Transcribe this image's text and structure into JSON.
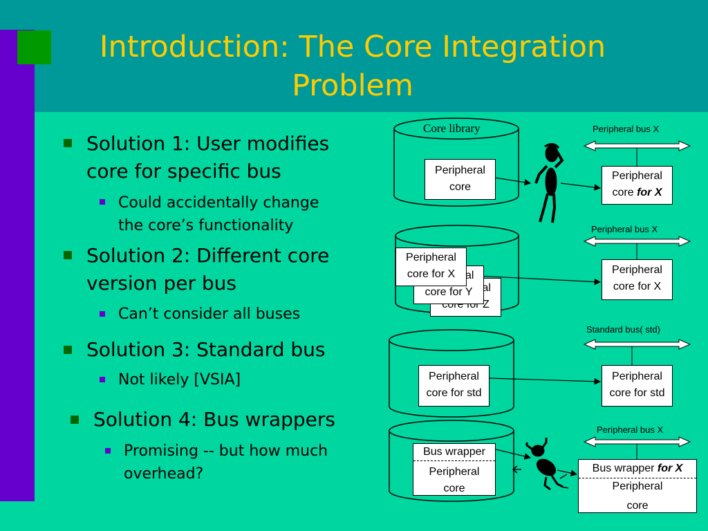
{
  "slide": {
    "title_line1": "Introduction: The Core Integration",
    "title_line2": "Problem"
  },
  "bullets": [
    {
      "line1": "Solution 1: User modifies",
      "line2": "core for specific bus",
      "sub": {
        "line1": "Could accidentally change",
        "line2": "the core’s functionality"
      }
    },
    {
      "line1": "Solution 2: Different core",
      "line2": "version per bus",
      "sub": {
        "line1": "Can’t consider all buses"
      }
    },
    {
      "line1": "Solution 3: Standard bus",
      "sub": {
        "line1": "Not likely [VSIA]"
      }
    },
    {
      "line1": "Solution 4: Bus wrappers",
      "sub": {
        "line1": "Promising -- but how much",
        "line2": "overhead?"
      }
    }
  ],
  "diagram": {
    "core_library": "Core library",
    "row1": {
      "lib_core_l1": "Peripheral",
      "lib_core_l2": "core",
      "bus_label": "Peripheral bus X",
      "target_l1": "Peripheral",
      "target_l2a": "core ",
      "target_l2b": "for X"
    },
    "row2": {
      "stack_z_l1": "Peripheral",
      "stack_z_l2": "core for Z",
      "stack_y_l1": "Peripheral",
      "stack_y_l2": "core for Y",
      "stack_x_l1": "Peripheral",
      "stack_x_l2": "core for X",
      "bus_label": "Peripheral bus X",
      "target_l1": "Peripheral",
      "target_l2": "core for X"
    },
    "row3": {
      "lib_core_l1": "Peripheral",
      "lib_core_l2": "core for std",
      "bus_label": "Standard bus( std)",
      "target_l1": "Peripheral",
      "target_l2": "core for std"
    },
    "row4": {
      "wrap_label": "Bus wrapper",
      "lib_core_l1": "Peripheral",
      "lib_core_l2": "core",
      "bus_label": "Peripheral bus X",
      "target_wrap_a": "Bus wrapper ",
      "target_wrap_b": "for X",
      "target_l1": "Peripheral",
      "target_l2": "core"
    }
  },
  "colors": {
    "background": "#00d7a0",
    "header": "#009999",
    "title": "#ffcc00",
    "accent_purple": "#6600cc",
    "bullet_green": "#006600"
  }
}
